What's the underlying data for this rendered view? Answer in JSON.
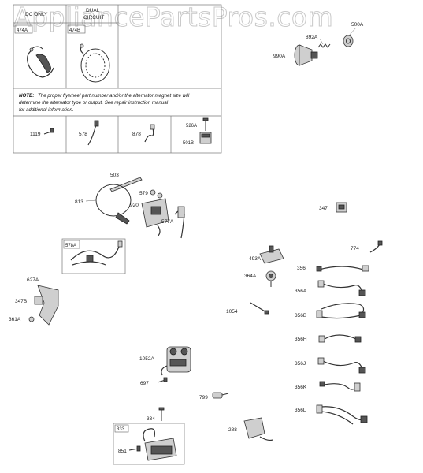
{
  "watermark": "AppliancePartsPros.com",
  "table": {
    "header_dc_only": "DC ONLY",
    "header_dual_line1": "DUAL",
    "header_dual_line2": "CIRCUIT",
    "cell_474a": "474A",
    "cell_474b": "474B",
    "note_label": "NOTE:",
    "note_line1": "The proper flywheel part number and/or the alternator magnet size will",
    "note_line2": "determine the alternator type or output. See repair instruction manual",
    "note_line3": "for additional information.",
    "cell_1119": "1119",
    "cell_578": "578",
    "cell_878": "878",
    "cell_526a": "526A",
    "cell_501b": "501B"
  },
  "callouts": {
    "p500a": "500A",
    "p892a": "892A",
    "p990a": "990A",
    "p503": "503",
    "p813": "813",
    "p579": "579",
    "p920": "920",
    "p577a": "577A",
    "p347": "347",
    "p578a": "578A",
    "p774": "774",
    "p493a": "493A",
    "p356": "356",
    "p364a": "364A",
    "p356a": "356A",
    "p627a": "627A",
    "p347b": "347B",
    "p361a": "361A",
    "p1054": "1054",
    "p356b": "356B",
    "p356h": "356H",
    "p1052a": "1052A",
    "p356j": "356J",
    "p697": "697",
    "p356k": "356K",
    "p799": "799",
    "p356l": "356L",
    "p334": "334",
    "p333": "333",
    "p288": "288",
    "p851": "851"
  }
}
